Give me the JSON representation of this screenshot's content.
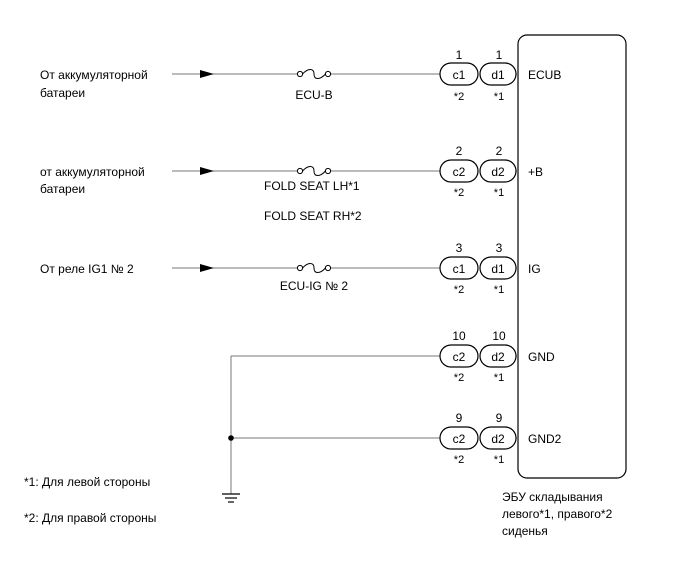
{
  "circuits": [
    {
      "source_lines": [
        "От аккумуляторной",
        "батареи"
      ],
      "fuse_labels": [
        "ECU-B"
      ],
      "pin_left": "1",
      "pin_right": "1",
      "conn_left": "c1",
      "conn_right": "d1",
      "note_left": "*2",
      "note_right": "*1",
      "terminal": "ECUB"
    },
    {
      "source_lines": [
        "от аккумуляторной",
        "батареи"
      ],
      "fuse_labels": [
        "FOLD SEAT LH*1",
        "FOLD SEAT RH*2"
      ],
      "pin_left": "2",
      "pin_right": "2",
      "conn_left": "c2",
      "conn_right": "d2",
      "note_left": "*2",
      "note_right": "*1",
      "terminal": "+B"
    },
    {
      "source_lines": [
        "От реле IG1 № 2"
      ],
      "fuse_labels": [
        "ECU-IG № 2"
      ],
      "pin_left": "3",
      "pin_right": "3",
      "conn_left": "c1",
      "conn_right": "d1",
      "note_left": "*2",
      "note_right": "*1",
      "terminal": "IG"
    },
    {
      "source_lines": [],
      "fuse_labels": [],
      "pin_left": "10",
      "pin_right": "10",
      "conn_left": "c2",
      "conn_right": "d2",
      "note_left": "*2",
      "note_right": "*1",
      "terminal": "GND"
    },
    {
      "source_lines": [],
      "fuse_labels": [],
      "pin_left": "9",
      "pin_right": "9",
      "conn_left": "c2",
      "conn_right": "d2",
      "note_left": "*2",
      "note_right": "*1",
      "terminal": "GND2"
    }
  ],
  "footnotes": [
    "*1: Для левой стороны",
    "*2: Для правой стороны"
  ],
  "ecu_label_lines": [
    "ЭБУ складывания",
    "левого*1, правого*2",
    "сиденья"
  ],
  "icons": {
    "ground": "ground-icon",
    "fuse": "fuse-icon",
    "arrow": "arrow-icon"
  }
}
